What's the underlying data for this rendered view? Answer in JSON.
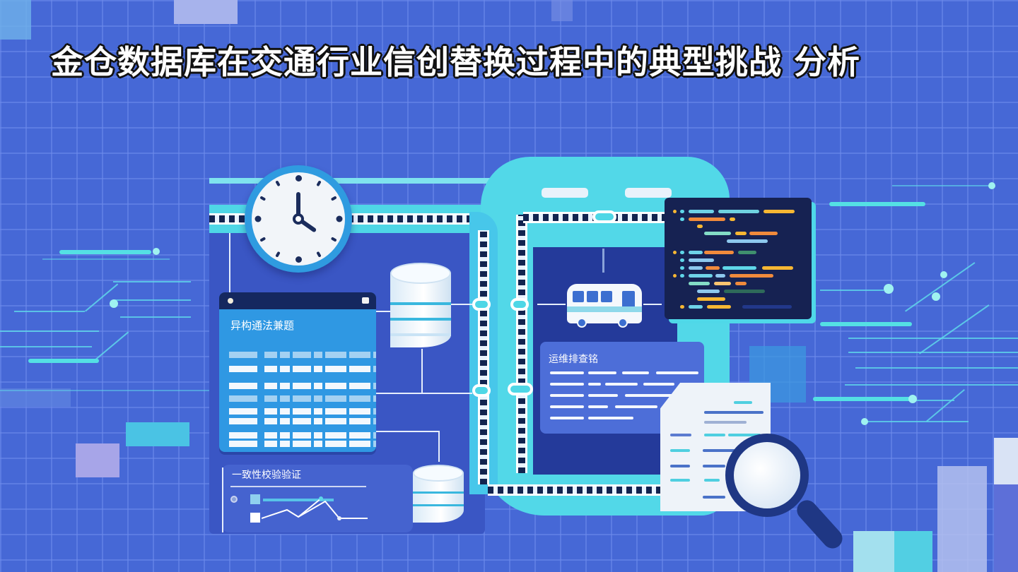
{
  "title": "金仓数据库在交通行业信创替换过程中的典型挑战 分析",
  "panels": {
    "heterogeneous": {
      "title": "异构通法兼题",
      "icon": "table-window-icon"
    },
    "operations": {
      "title": "运维排查铭",
      "icon": "document-list-icon"
    },
    "consistency": {
      "title": "一致性校验验证",
      "icon": "line-chart-icon"
    }
  },
  "illustration": {
    "clock_icon": "clock-icon",
    "database_icon": "database-icon",
    "bus_icon": "bus-icon",
    "code_icon": "code-editor-icon",
    "document_icon": "document-icon",
    "magnifier_icon": "magnifier-icon",
    "track_icon": "rail-track-icon"
  },
  "colors": {
    "background": "#4668d6",
    "cyan_accent": "#4ed7e6",
    "navy": "#162252",
    "orange": "#f08a3c",
    "yellow": "#f7b733",
    "white": "#ffffff"
  }
}
